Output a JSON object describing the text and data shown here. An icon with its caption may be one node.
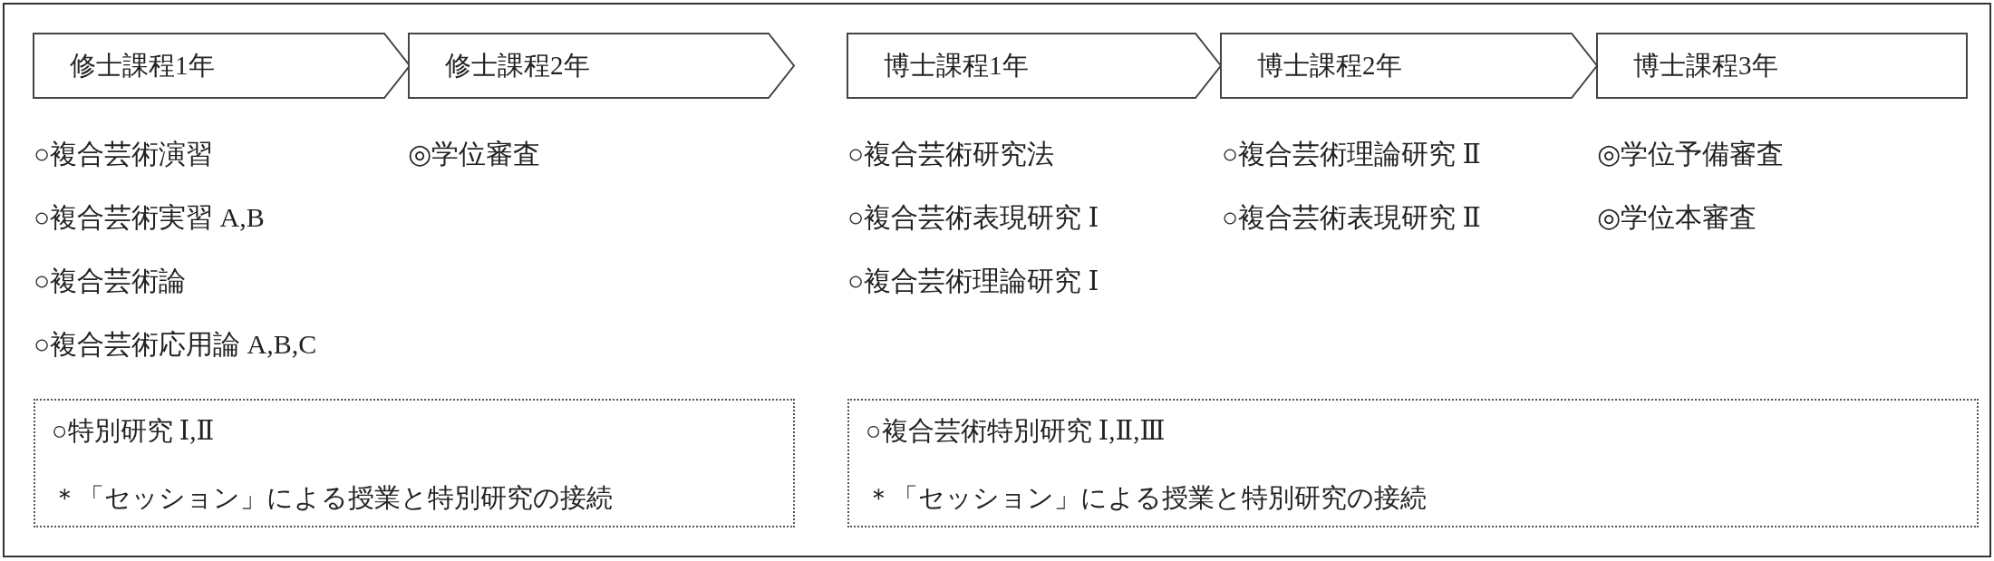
{
  "diagram": {
    "nodes": [
      {
        "text": [
          "修士課程1年"
        ]
      },
      {
        "text": [
          "修士課程2年"
        ]
      },
      {
        "text": [
          "博士課程1年"
        ]
      },
      {
        "text": [
          "博士課程2年"
        ]
      },
      {
        "text": [
          "博士課程3年"
        ]
      },
      {
        "text": [
          "○特別研究 Ⅰ,Ⅱ",
          "＊「セッション」による授業と特別研究の接続"
        ]
      },
      {
        "text": [
          "○複合芸術特別研究 Ⅰ,Ⅱ,Ⅲ",
          "＊「セッション」による授業と特別研究の接続"
        ]
      }
    ],
    "edges": [],
    "labels": [
      "○複合芸術演習",
      "◎学位審査",
      "○複合芸術研究法",
      "○複合芸術理論研究 Ⅱ",
      "◎学位予備審査",
      "○複合芸術実習 A,B",
      "○複合芸術表現研究 Ⅰ",
      "○複合芸術表現研究 Ⅱ",
      "◎学位本審査",
      "○複合芸術論",
      "○複合芸術理論研究 Ⅰ",
      "○複合芸術応用論 A,B,C"
    ]
  }
}
